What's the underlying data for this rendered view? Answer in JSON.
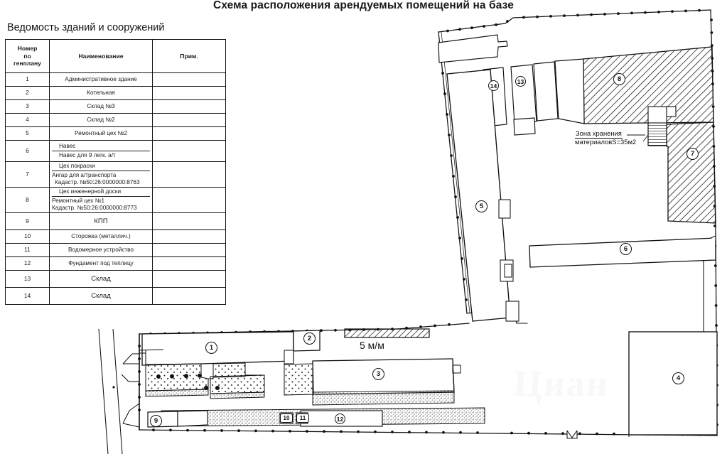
{
  "document": {
    "title": "Схема расположения арендуемых помещений на базе",
    "register_heading": "Ведомость зданий и сооружений"
  },
  "table": {
    "headers": {
      "number_line1": "Номер",
      "number_line2": "по",
      "number_line3": "генплану",
      "name": "Наименование",
      "note": "Прим."
    },
    "rows": [
      {
        "num": "1",
        "name": "Административное здание",
        "note": ""
      },
      {
        "num": "2",
        "name": "Котельная",
        "note": ""
      },
      {
        "num": "3",
        "name": "Склад №3",
        "note": ""
      },
      {
        "num": "4",
        "name": "Склад №2",
        "note": ""
      },
      {
        "num": "5",
        "name": "Ремонтный цех №2",
        "note": ""
      },
      {
        "num": "6",
        "name_lines": [
          "Навес",
          "Навес для 9 легк. а/т"
        ],
        "note": ""
      },
      {
        "num": "7",
        "name_lines": [
          "Цех покраски",
          "Ангар для а/транспорта",
          "Кадастр. №50:26:0000000:8763"
        ],
        "note": ""
      },
      {
        "num": "8",
        "name_lines": [
          "Цех инженерной доски",
          "Ремонтный цех №1",
          "Кадастр. №50:26:0000000:8773"
        ],
        "note": ""
      },
      {
        "num": "9",
        "name": "КПП",
        "note": ""
      },
      {
        "num": "10",
        "name": "Сторожка (металлич.)",
        "note": ""
      },
      {
        "num": "11",
        "name": "Водомерное устройство",
        "note": ""
      },
      {
        "num": "12",
        "name": "Фундамент под теплицу",
        "note": ""
      },
      {
        "num": "13",
        "name": "Склад",
        "note": ""
      },
      {
        "num": "14",
        "name": "Склад",
        "note": ""
      }
    ]
  },
  "plan": {
    "markers": [
      {
        "id": "1",
        "label": "1",
        "shape": "circle"
      },
      {
        "id": "2",
        "label": "2",
        "shape": "circle"
      },
      {
        "id": "3",
        "label": "3",
        "shape": "circle"
      },
      {
        "id": "4",
        "label": "4",
        "shape": "circle"
      },
      {
        "id": "5",
        "label": "5",
        "shape": "circle"
      },
      {
        "id": "6",
        "label": "6",
        "shape": "circle"
      },
      {
        "id": "7",
        "label": "7",
        "shape": "circle"
      },
      {
        "id": "8",
        "label": "8",
        "shape": "circle"
      },
      {
        "id": "9",
        "label": "9",
        "shape": "circle"
      },
      {
        "id": "10",
        "label": "10",
        "shape": "square"
      },
      {
        "id": "11",
        "label": "11",
        "shape": "square"
      },
      {
        "id": "12",
        "label": "12",
        "shape": "circle"
      },
      {
        "id": "13",
        "label": "13",
        "shape": "circle"
      },
      {
        "id": "14",
        "label": "14",
        "shape": "circle"
      }
    ],
    "annotations": {
      "storage_zone_line1": "Зона хранения",
      "storage_zone_line2": "материаловS=35м2",
      "parking_label": "5 м/м"
    },
    "watermark": "Циан"
  },
  "colors": {
    "line": "#111111",
    "hatch": "#1a1a1a",
    "paper": "#ffffff"
  }
}
